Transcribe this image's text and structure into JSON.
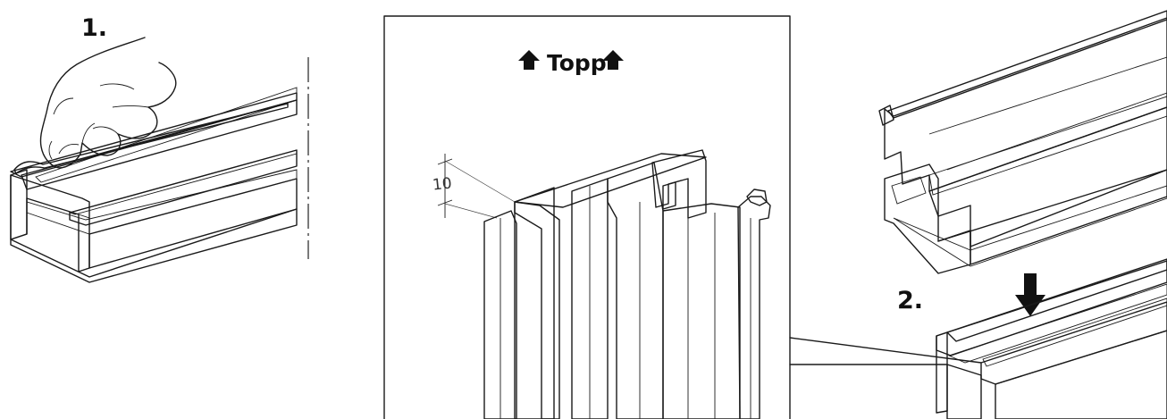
{
  "labels": {
    "step1": "1.",
    "step2": "2.",
    "top": "Topp",
    "dimension": "10"
  },
  "colors": {
    "tape": "#7f7f7f",
    "profile_face": "#f2f2f2",
    "profile_side": "#dedede",
    "profile_dark": "#8c8c8c",
    "profile_mid": "#a9a9a9",
    "line": "#1a1a1a"
  },
  "icons": {
    "top_arrow": "arrow-up-icon",
    "down_arrow": "arrow-down-icon"
  }
}
